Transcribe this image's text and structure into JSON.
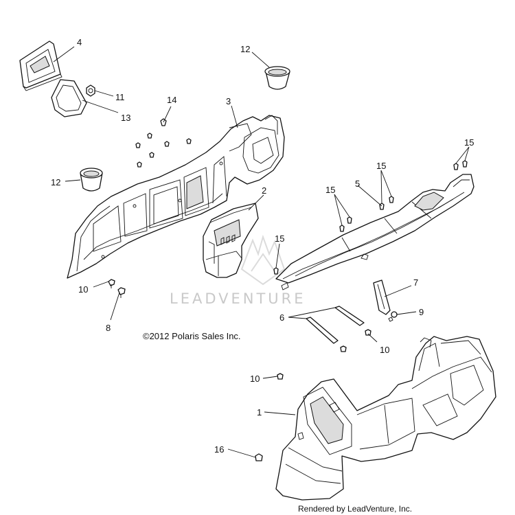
{
  "callouts": {
    "c1": "1",
    "c2": "2",
    "c3": "3",
    "c4": "4",
    "c5": "5",
    "c6": "6",
    "c7": "7",
    "c8": "8",
    "c9": "9",
    "c10a": "10",
    "c10b": "10",
    "c10c": "10",
    "c11": "11",
    "c12a": "12",
    "c12b": "12",
    "c13": "13",
    "c14": "14",
    "c15a": "15",
    "c15b": "15",
    "c15c": "15",
    "c15d": "15",
    "c16": "16"
  },
  "copyright": "©2012 Polaris Sales Inc.",
  "watermark": {
    "text": "LEADVENTURE",
    "logo_icon": "leadventure-flame-logo-icon",
    "color": "#c9c9c9"
  },
  "footer": "Rendered by LeadVenture, Inc."
}
